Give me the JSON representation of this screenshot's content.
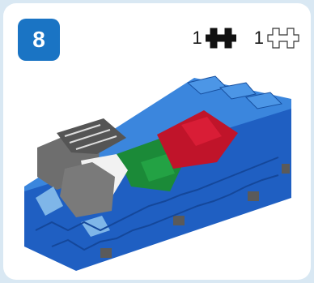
{
  "step": {
    "number": "8",
    "badge_color": "#1a74c4"
  },
  "parts": [
    {
      "count": "1",
      "piece_icon": "black-plus-block-icon",
      "color": "#111111"
    },
    {
      "count": "1",
      "piece_icon": "white-plus-block-icon",
      "color": "#ffffff"
    }
  ],
  "model": {
    "icon": "block-vehicle-model-illustration",
    "colors": {
      "blue": "#1f63c6",
      "gray": "#6e6e6e",
      "green": "#1b8a38",
      "red": "#c0142a",
      "light_blue": "#7fb6e8",
      "white": "#f2f2f2"
    }
  }
}
